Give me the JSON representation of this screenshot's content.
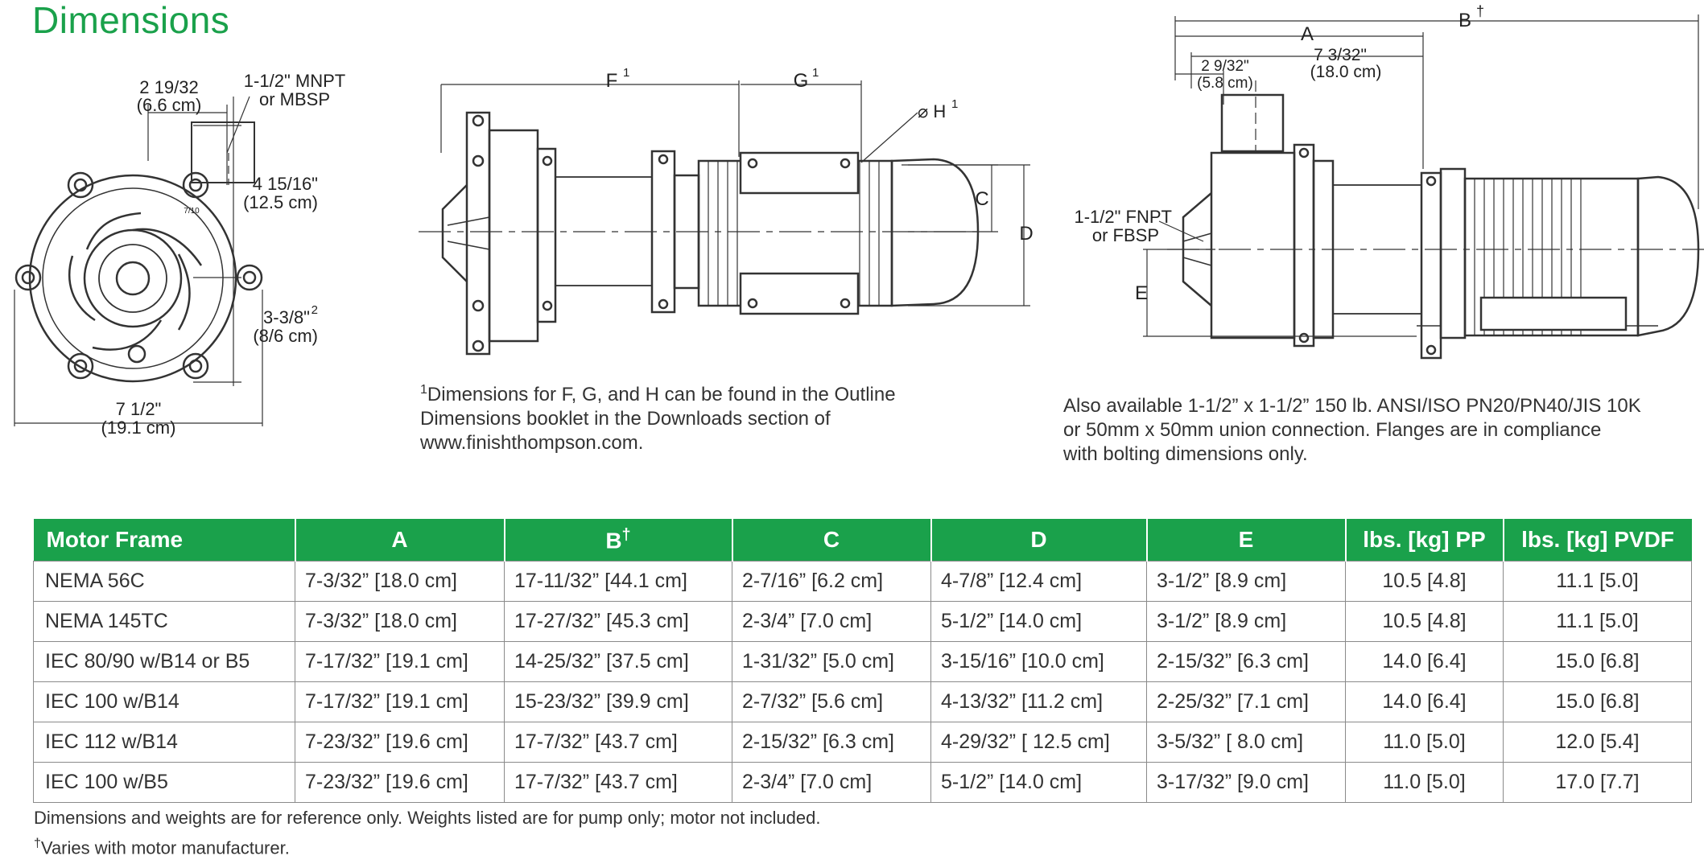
{
  "title": "Dimensions",
  "drawing_left": {
    "dim_top_width": "2 19/32",
    "dim_top_width_cm": "(6.6 cm)",
    "port_label_1": "1-1/2\" MNPT",
    "port_label_2": "or MBSP",
    "dim_upper_height": "4 15/16\"",
    "dim_upper_height_cm": "(12.5 cm)",
    "dim_lower_height": "3-3/8\"",
    "dim_lower_height_sup": "2",
    "dim_lower_height_cm": "(8/6 cm)",
    "dim_width": "7 1/2\"",
    "dim_width_cm": "(19.1 cm)",
    "impeller_mark": "7/10"
  },
  "drawing_middle": {
    "label_f": "F",
    "label_f_sup": "1",
    "label_g": "G",
    "label_g_sup": "1",
    "label_h": "⌀ H",
    "label_h_sup": "1",
    "label_c": "C",
    "label_d": "D",
    "footnote_mark": "1",
    "footnote_text": "Dimensions for F, G, and H can be found in the Outline\nDimensions booklet in the Downloads section of\nwww.finishthompson.com."
  },
  "drawing_right": {
    "label_a": "A",
    "label_b": "B",
    "label_b_sup": "†",
    "dim_inner": "7 3/32\"",
    "dim_inner_cm": "(18.0 cm)",
    "dim_small": "2 9/32\"",
    "dim_small_cm": "(5.8 cm)",
    "port_label_1": "1-1/2\" FNPT",
    "port_label_2": "or FBSP",
    "label_e": "E",
    "note_text": "Also available 1-1/2” x 1-1/2” 150 lb. ANSI/ISO PN20/PN40/JIS 10K\nor 50mm x 50mm union connection. Flanges are in compliance\nwith bolting dimensions only."
  },
  "table": {
    "headers": [
      "Motor Frame",
      "A",
      "B",
      "C",
      "D",
      "E",
      "lbs. [kg] PP",
      "lbs. [kg] PVDF"
    ],
    "header_b_sup": "†",
    "rows": [
      [
        "NEMA 56C",
        "7-3/32” [18.0 cm]",
        "17-11/32” [44.1 cm]",
        "2-7/16” [6.2 cm]",
        "4-7/8” [12.4 cm]",
        "3-1/2” [8.9 cm]",
        "10.5 [4.8]",
        "11.1 [5.0]"
      ],
      [
        "NEMA 145TC",
        "7-3/32” [18.0 cm]",
        "17-27/32” [45.3 cm]",
        "2-3/4” [7.0 cm]",
        "5-1/2” [14.0 cm]",
        "3-1/2” [8.9 cm]",
        "10.5 [4.8]",
        "11.1 [5.0]"
      ],
      [
        "IEC 80/90 w/B14 or B5",
        "7-17/32” [19.1 cm]",
        "14-25/32” [37.5 cm]",
        "1-31/32” [5.0 cm]",
        "3-15/16” [10.0 cm]",
        "2-15/32” [6.3 cm]",
        "14.0 [6.4]",
        "15.0 [6.8]"
      ],
      [
        "IEC 100 w/B14",
        "7-17/32” [19.1 cm]",
        "15-23/32” [39.9 cm]",
        "2-7/32” [5.6 cm]",
        "4-13/32” [11.2 cm]",
        "2-25/32” [7.1 cm]",
        "14.0 [6.4]",
        "15.0 [6.8]"
      ],
      [
        "IEC 112 w/B14",
        "7-23/32” [19.6 cm]",
        "17-7/32” [43.7 cm]",
        "2-15/32” [6.3 cm]",
        "4-29/32” [ 12.5 cm]",
        "3-5/32” [ 8.0 cm]",
        "11.0 [5.0]",
        "12.0 [5.4]"
      ],
      [
        "IEC 100 w/B5",
        "7-23/32” [19.6 cm]",
        "17-7/32” [43.7 cm]",
        "2-3/4” [7.0 cm]",
        "5-1/2” [14.0 cm]",
        "3-17/32” [9.0 cm]",
        "11.0 [5.0]",
        "17.0 [7.7]"
      ]
    ]
  },
  "footer": {
    "disclaimer": "Dimensions and weights are for reference only.  Weights listed are for pump only; motor not included.",
    "dagger": "†",
    "dagger_text": "Varies with motor manufacturer."
  },
  "colors": {
    "brand_green": "#1aa14b",
    "line": "#333333",
    "grid": "#8a8a8a"
  }
}
